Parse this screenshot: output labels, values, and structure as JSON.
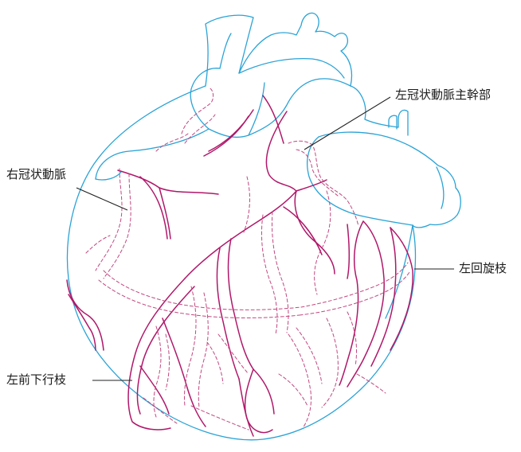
{
  "labels": {
    "left_main_coronary_artery": "左冠状動脈主幹部",
    "right_coronary_artery": "右冠状動脈",
    "left_circumflex_branch": "左回旋枝",
    "left_anterior_descending_branch": "左前下行枝"
  },
  "colors": {
    "heart_outline": "#2aa3d6",
    "artery": "#b0186a",
    "leader_line": "#222222"
  }
}
